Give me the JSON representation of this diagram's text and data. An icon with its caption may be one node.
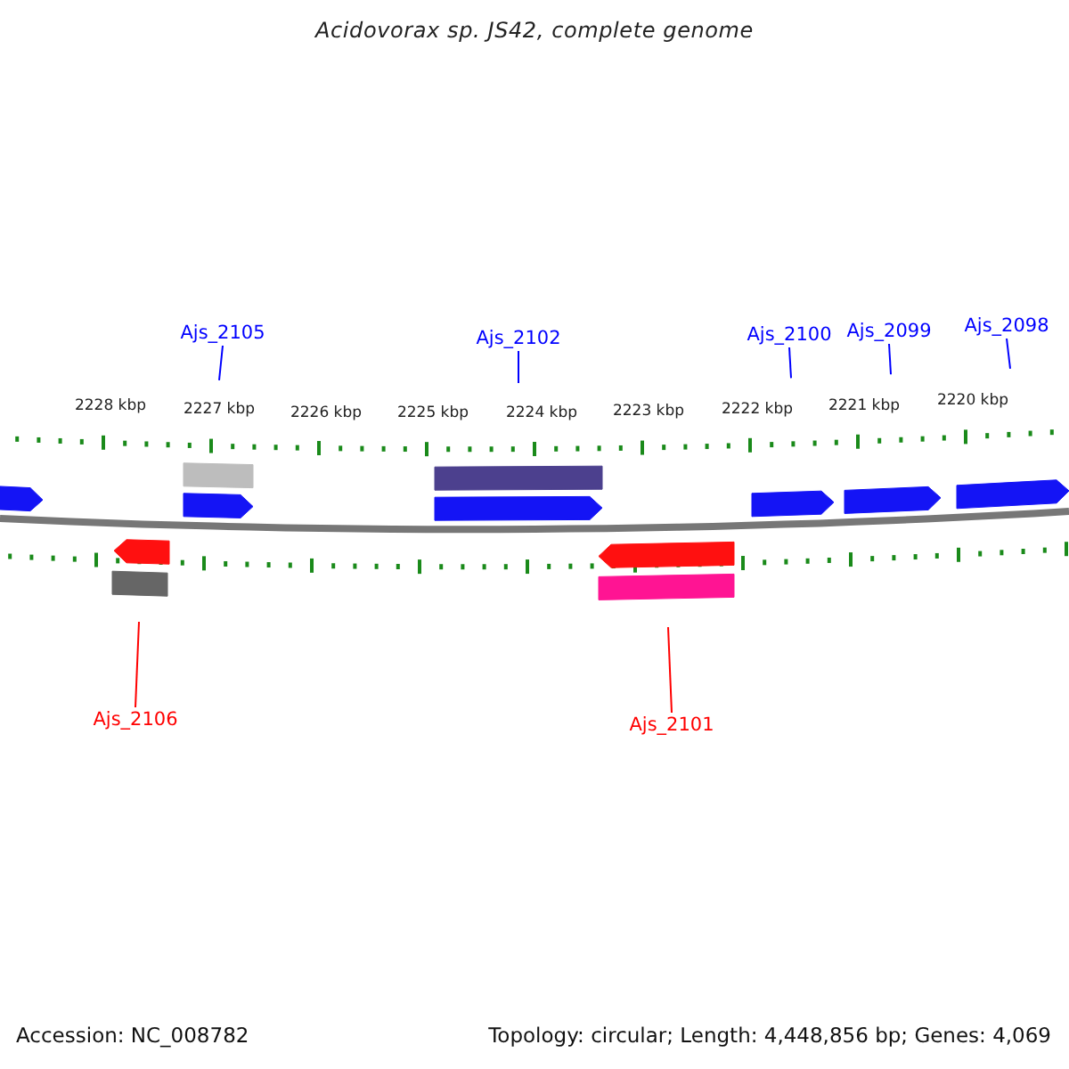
{
  "diagram": {
    "title": "Acidovorax sp. JS42, complete genome",
    "nodes": [
      {
        "text": [
          "Ajs_2105"
        ]
      },
      {
        "text": [
          "Ajs_2102"
        ]
      },
      {
        "text": [
          "Ajs_2100"
        ]
      },
      {
        "text": [
          "Ajs_2099"
        ]
      },
      {
        "text": [
          "Ajs_2098"
        ]
      },
      {
        "text": [
          "Ajs_2106"
        ]
      },
      {
        "text": [
          "Ajs_2101"
        ]
      }
    ],
    "edges": [
      {
        "from": 0,
        "to": null,
        "arrow": "none"
      },
      {
        "from": 1,
        "to": null,
        "arrow": "none"
      },
      {
        "from": 2,
        "to": null,
        "arrow": "none"
      },
      {
        "from": 3,
        "to": null,
        "arrow": "none"
      },
      {
        "from": 4,
        "to": null,
        "arrow": "none"
      },
      {
        "from": 5,
        "to": null,
        "arrow": "none",
        "color": "#ff0000"
      },
      {
        "from": 6,
        "to": null,
        "arrow": "none",
        "color": "#ff0000"
      }
    ],
    "labels": [
      "2228 kbp",
      "2227 kbp",
      "2226 kbp",
      "2225 kbp",
      "2224 kbp",
      "2223 kbp",
      "2222 kbp",
      "2221 kbp",
      "2220 kbp",
      "Accession: NC_008782",
      "Topology: circular; Length: 4,448,856 bp; Genes: 4,069"
    ]
  }
}
